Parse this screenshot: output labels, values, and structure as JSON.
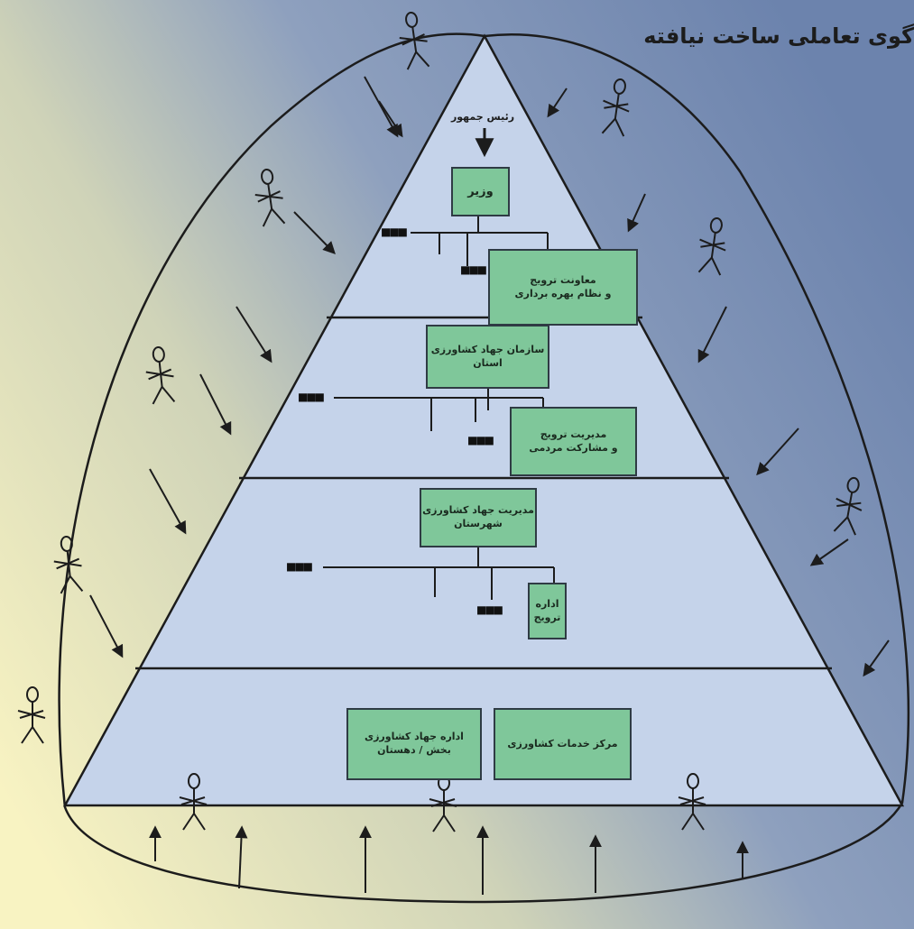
{
  "title": "گوی تعاملی ساخت نیافته",
  "top_label": "رئیس جمهور",
  "levels": [
    {
      "boxes": [
        {
          "lines": [
            "وزیر"
          ]
        },
        {
          "lines": [
            "معاونت ترویج",
            "و نظام بهره برداری"
          ]
        }
      ]
    },
    {
      "boxes": [
        {
          "lines": [
            "سازمان جهاد کشاورزی",
            "استان"
          ]
        },
        {
          "lines": [
            "مدیریت ترویج",
            "و مشارکت مردمی"
          ]
        }
      ]
    },
    {
      "boxes": [
        {
          "lines": [
            "مدیریت جهاد کشاورزی",
            "شهرستان"
          ]
        },
        {
          "lines": [
            "اداره",
            "ترویج"
          ]
        }
      ]
    },
    {
      "boxes": [
        {
          "lines": [
            "اداره جهاد کشاورزی",
            "بخش / دهستان"
          ]
        },
        {
          "lines": [
            "مرکز خدمات کشاورزی"
          ]
        }
      ]
    }
  ],
  "ellipsis_marker": "■■■",
  "colors": {
    "background_left": "#f8f3c2",
    "background_right": "#6c83ad",
    "pyramid_fill": "#c5d3ea",
    "box_fill": "#7fc79a",
    "outline": "#1c1c1c"
  },
  "icons": [
    "stick-figure-icon",
    "arrow-icon"
  ]
}
